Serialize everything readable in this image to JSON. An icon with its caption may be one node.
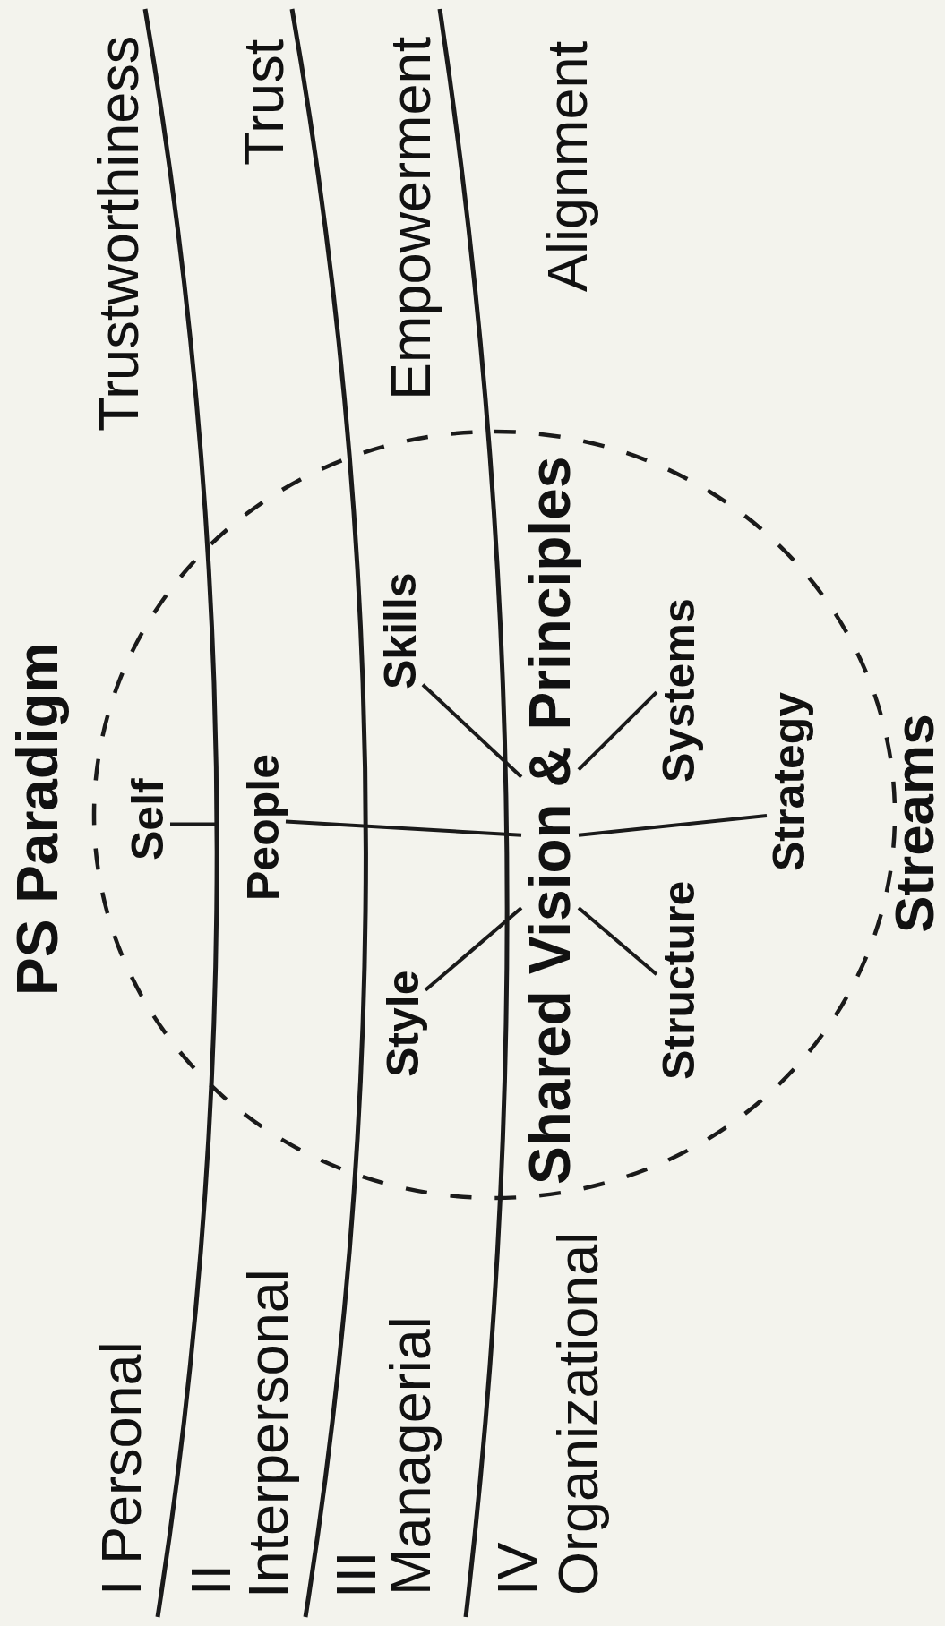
{
  "diagram": {
    "title": "PS Paradigm",
    "nodes": [
      {
        "text": [
          "Self"
        ]
      },
      {
        "text": [
          "People"
        ]
      },
      {
        "text": [
          "Skills"
        ]
      },
      {
        "text": [
          "Style"
        ]
      },
      {
        "text": [
          "Shared Vision & Principles"
        ]
      },
      {
        "text": [
          "Systems"
        ]
      },
      {
        "text": [
          "Structure"
        ]
      },
      {
        "text": [
          "Strategy"
        ]
      }
    ],
    "edges": [
      {
        "from": 0,
        "to": null,
        "arrow": "none"
      },
      {
        "from": 1,
        "to": 4,
        "arrow": "none"
      },
      {
        "from": 2,
        "to": 4,
        "arrow": "none"
      },
      {
        "from": 3,
        "to": 4,
        "arrow": "none"
      },
      {
        "from": 4,
        "to": 5,
        "arrow": "none"
      },
      {
        "from": 4,
        "to": 6,
        "arrow": "none"
      },
      {
        "from": 4,
        "to": 7,
        "arrow": "none"
      }
    ],
    "labels": [
      "I Personal",
      "Trustworthiness",
      "II",
      "Interpersonal",
      "Trust",
      "III",
      "Managerial",
      "Empowerment",
      "IV",
      "Organizational",
      "Alignment",
      "Streams"
    ]
  }
}
